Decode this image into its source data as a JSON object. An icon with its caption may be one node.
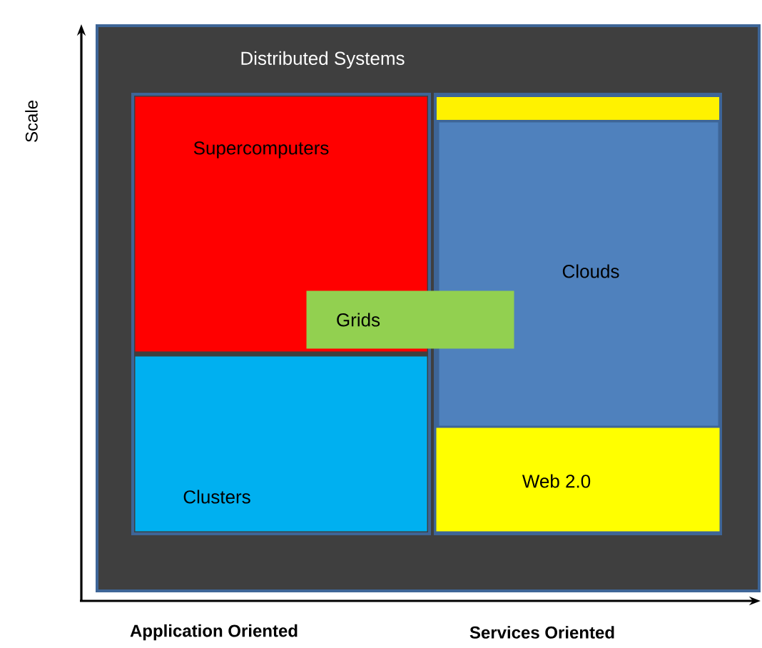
{
  "diagram": {
    "nodes": [
      {
        "text": [
          "Distributed Systems"
        ]
      },
      {
        "text": [
          "Supercomputers"
        ],
        "in": 0
      },
      {
        "text": [
          "Clusters"
        ],
        "in": 0
      },
      {
        "text": [
          "Clouds"
        ],
        "in": 0
      },
      {
        "text": [
          "Web 2.0"
        ],
        "in": 0
      },
      {
        "text": [
          "Grids"
        ],
        "in": 0
      }
    ],
    "edges": [],
    "labels": [
      "Scale",
      "Application Oriented",
      "Services Oriented"
    ]
  }
}
